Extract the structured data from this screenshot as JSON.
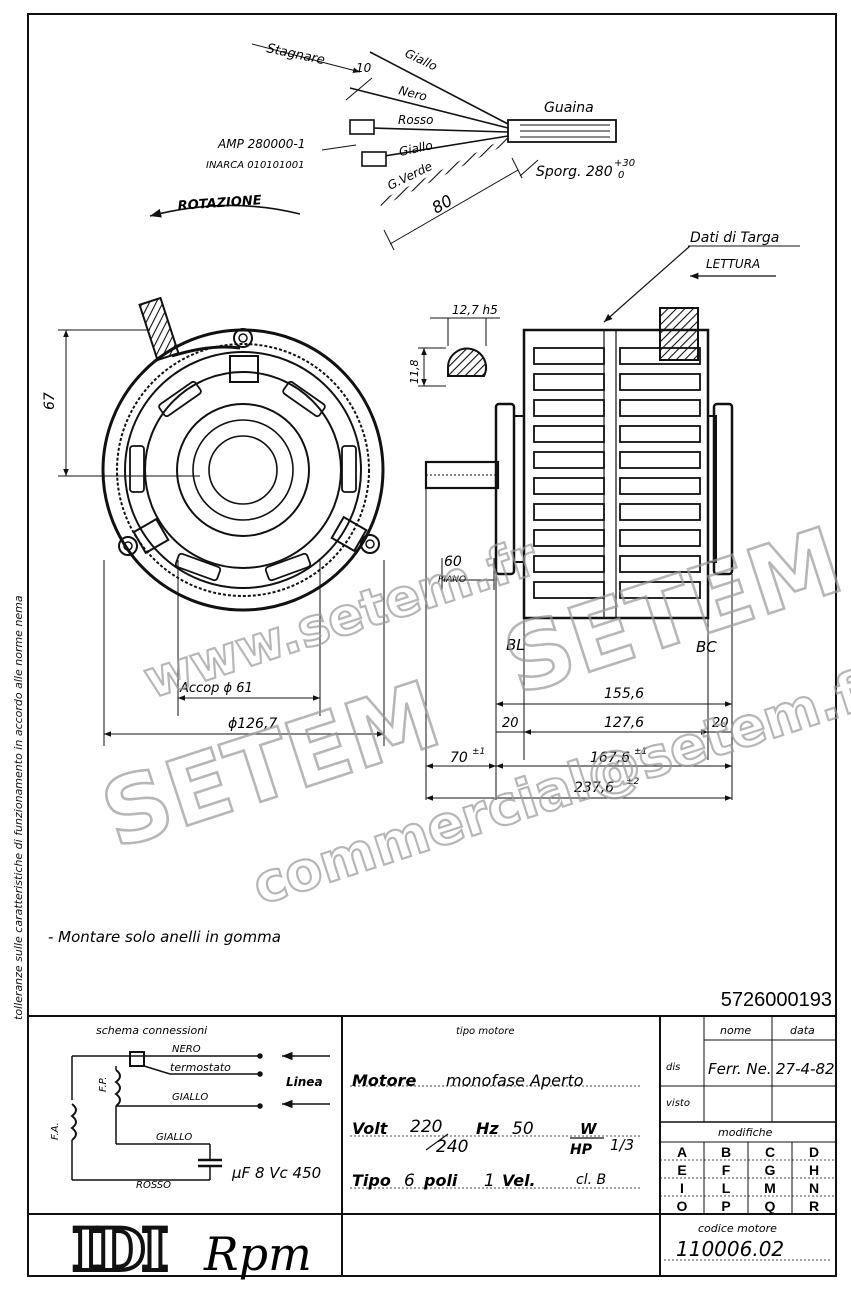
{
  "side_note": "tolleranze sulle caratteristiche di funzionamento in accordo alle norme nema",
  "wires": {
    "stagnare": "Stagnare",
    "strip": "10",
    "giallo_top": "Giallo",
    "nero": "Nero",
    "rosso": "Rosso",
    "giallo_mid": "Giallo",
    "g_verde": "G.Verde",
    "guaina": "Guaina",
    "length": "80",
    "sporg": "Sporg. 280",
    "sporg_tol_top": "+30",
    "sporg_tol_bot": "0",
    "amp": "AMP 280000-1",
    "inarca": "INARCA 010101001"
  },
  "rotazione": "ROTAZIONE",
  "dati_targa": "Dati di Targa",
  "lettura": "LETTURA",
  "shaft": {
    "dia": "12,7 h5",
    "flat": "11,8"
  },
  "dims": {
    "d67": "67",
    "accop": "Accop ϕ 61",
    "phi1267": "ϕ126,7",
    "d60": "60",
    "piano": "PIANO",
    "bl": "BL",
    "bc": "BC",
    "d1556": "155,6",
    "d20a": "20",
    "d1276": "127,6",
    "d20b": "20",
    "d70": "70",
    "d70tol": "±1",
    "d1676": "167,6",
    "d1676tol": "±1",
    "d2376": "237,6",
    "d2376tol": "±2"
  },
  "note": "- Montare solo anelli in gomma",
  "watermark": {
    "url": "www.setem.fr",
    "brand": "SETEM",
    "email": "commercial@setem.fr"
  },
  "drawing_number": "5726000193",
  "schema": {
    "title": "schema connessioni",
    "nero": "NERO",
    "termostato": "termostato",
    "giallo1": "GIALLO",
    "giallo2": "GIALLO",
    "rosso": "ROSSO",
    "fp": "F.P.",
    "fa": "F.A.",
    "linea": "Linea",
    "capacitor": "µF 8  Vc 450"
  },
  "tipo": {
    "title": "tipo motore",
    "motore_bold": "Motore",
    "motore_rest": "monofase  Aperto",
    "volt_label": "Volt",
    "volt_top": "220",
    "volt_bot": "240",
    "hz_label": "Hz",
    "hz_val": "50",
    "w_label": "W",
    "hp_label": "HP",
    "hp_val": "1/3",
    "tipo_label": "Tipo",
    "poli_val": "6",
    "poli_label": "poli",
    "vel_val": "1",
    "vel_label": "Vel.",
    "cl": "cl. B"
  },
  "approval": {
    "nome": "nome",
    "data": "data",
    "dis": "dis",
    "signature": "Ferr. Ne.",
    "date": "27-4-82",
    "visto": "visto"
  },
  "modifiche": {
    "title": "modifiche",
    "letters": [
      "A",
      "B",
      "C",
      "D",
      "E",
      "F",
      "G",
      "H",
      "I",
      "L",
      "M",
      "N",
      "O",
      "P",
      "Q",
      "R"
    ]
  },
  "codice": {
    "title": "codice motore",
    "value": "110006.02"
  },
  "logo": {
    "brand": "IDI",
    "name": "Rpm"
  }
}
